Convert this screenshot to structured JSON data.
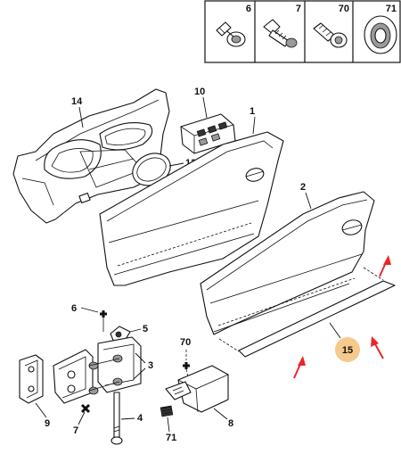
{
  "header_parts": [
    {
      "number": "6",
      "icon": "screw-icon"
    },
    {
      "number": "7",
      "icon": "hex-bolt-icon"
    },
    {
      "number": "70",
      "icon": "washer-screw-icon"
    },
    {
      "number": "71",
      "icon": "grommet-icon"
    }
  ],
  "callouts": {
    "inner_panel": "14",
    "switch_block": "10",
    "outer_door_right": "1",
    "speaker_grille": "13",
    "outer_door_left": "2",
    "hinge_screw": "6",
    "hinge_clip": "5",
    "hinge_set": "3",
    "check_strap": "9",
    "hinge_pin": "4",
    "hinge_bolt": "7",
    "latch_screw": "70",
    "latch_grommet": "71",
    "latch": "8",
    "seal_strip": "15"
  },
  "colors": {
    "highlight_badge": "#f6c98d",
    "arrow": "#e8262b",
    "line": "#111111"
  }
}
